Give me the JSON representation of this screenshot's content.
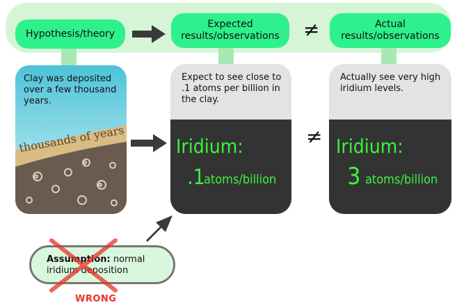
{
  "header": {
    "hypothesis_label": "Hypothesis/theory",
    "expected_label": "Expected results/observations",
    "neq_symbol": "≠",
    "actual_label": "Actual results/observations"
  },
  "clay_panel": {
    "text": "Clay was deposited over a few thousand years.",
    "layer_label": "thousands of years"
  },
  "expected_panel": {
    "text": "Expect to see close to .1 atoms per billion in the clay.",
    "element": "Iridium:",
    "value": ".1",
    "unit": "atoms/billion"
  },
  "middle_neq": "≠",
  "actual_panel": {
    "text": "Actually see very high iridium levels.",
    "element": "Iridium:",
    "value": "3",
    "unit": "atoms/billion"
  },
  "assumption": {
    "bold": "Assumption:",
    "text": "normal iridium deposition",
    "status": "WRONG"
  },
  "colors": {
    "pill_green": "#2ef08c",
    "led_green": "#3df23d",
    "cross_red": "#e8322a"
  }
}
